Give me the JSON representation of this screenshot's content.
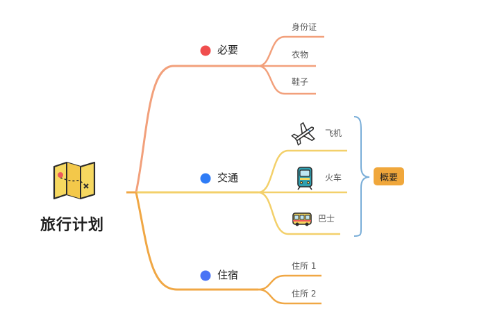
{
  "root": {
    "label": "旅行计划",
    "icon": "map-icon"
  },
  "branches": [
    {
      "label": "必要",
      "dot_color": "#f04e4e",
      "line_color": "#f2a07b",
      "leaves": [
        {
          "label": "身份证"
        },
        {
          "label": "衣物"
        },
        {
          "label": "鞋子"
        }
      ]
    },
    {
      "label": "交通",
      "dot_color": "#2f7cf6",
      "line_color": "#f3d06a",
      "leaves": [
        {
          "label": "飞机",
          "icon": "airplane-icon"
        },
        {
          "label": "火车",
          "icon": "train-icon"
        },
        {
          "label": "巴士",
          "icon": "bus-icon"
        }
      ]
    },
    {
      "label": "住宿",
      "dot_color": "#4a74f5",
      "line_color": "#f0a744",
      "leaves": [
        {
          "label": "住所 1"
        },
        {
          "label": "住所 2"
        }
      ]
    }
  ],
  "summary": {
    "label": "概要",
    "color": "#f0a73b",
    "bracket_color": "#7aaed8"
  }
}
